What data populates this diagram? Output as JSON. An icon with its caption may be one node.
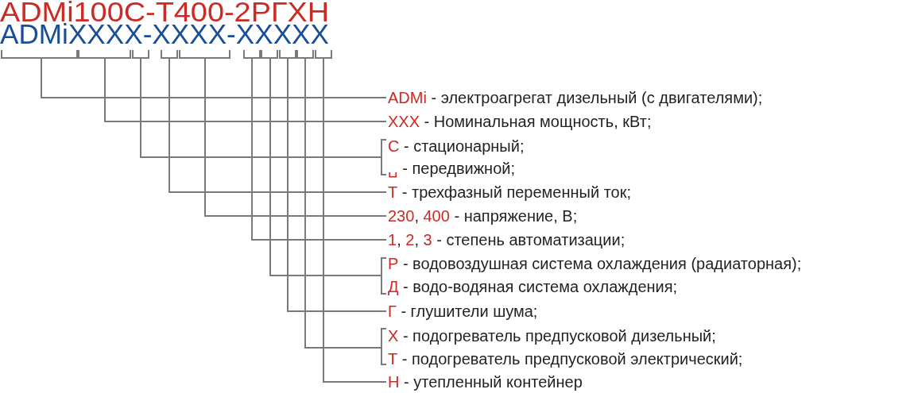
{
  "diagram": {
    "nodes": [
      {
        "text": [],
        "shape": "bracket"
      },
      {
        "text": [],
        "shape": "bracket"
      },
      {
        "text": [],
        "shape": "bracket"
      },
      {
        "text": [],
        "shape": "bracket"
      },
      {
        "text": [],
        "shape": "bracket"
      },
      {
        "text": [],
        "shape": "bracket"
      },
      {
        "text": [],
        "shape": "bracket"
      },
      {
        "text": [],
        "shape": "bracket"
      },
      {
        "text": [],
        "shape": "bracket"
      },
      {
        "text": [],
        "shape": "bracket"
      },
      {
        "text": [
          "ADMi",
          "- электроагрегат дизельный (с двигателями);"
        ]
      },
      {
        "text": [
          "XXX",
          "- Номинальная мощность, кВт;"
        ]
      },
      {
        "text": [
          "С",
          "- стационарный;"
        ]
      },
      {
        "text": [
          "␣",
          "- передвижной;"
        ]
      },
      {
        "text": [
          "Т",
          "- трехфазный переменный ток;"
        ]
      },
      {
        "text": [
          "230, 400",
          "- напряжение, В;"
        ]
      },
      {
        "text": [
          "1, 2, 3",
          "- степень автоматизации;"
        ]
      },
      {
        "text": [
          "Р",
          "- водовоздушная система охлаждения (радиаторная);"
        ]
      },
      {
        "text": [
          "Д",
          "- водо-водяная система охлаждения;"
        ]
      },
      {
        "text": [
          "Г",
          "- глушители шума;"
        ]
      },
      {
        "text": [
          "Х",
          "- подогреватель предпусковой дизельный;"
        ]
      },
      {
        "text": [
          "Т",
          "- подогреватель предпусковой электрический;"
        ]
      },
      {
        "text": [
          "Н",
          "- утепленный контейнер"
        ]
      }
    ],
    "edges": [
      {
        "from": 10,
        "to": 0,
        "arrow": "none"
      },
      {
        "from": 11,
        "to": 1,
        "arrow": "none"
      },
      {
        "from": 12,
        "to": 2,
        "arrow": "none"
      },
      {
        "from": 13,
        "to": 2,
        "arrow": "none"
      },
      {
        "from": 14,
        "to": 3,
        "arrow": "none"
      },
      {
        "from": 15,
        "to": 4,
        "arrow": "none"
      },
      {
        "from": 16,
        "to": 5,
        "arrow": "none"
      },
      {
        "from": 17,
        "to": 6,
        "arrow": "none"
      },
      {
        "from": 18,
        "to": 6,
        "arrow": "none"
      },
      {
        "from": 19,
        "to": 7,
        "arrow": "none"
      },
      {
        "from": 20,
        "to": 8,
        "arrow": "none"
      },
      {
        "from": 21,
        "to": 8,
        "arrow": "none"
      },
      {
        "from": 22,
        "to": 9,
        "arrow": "none"
      }
    ],
    "labels": [
      "ADMi100С-Т400-2РГХН",
      "ADMiXXXX-XXXX-XXXXX"
    ]
  }
}
